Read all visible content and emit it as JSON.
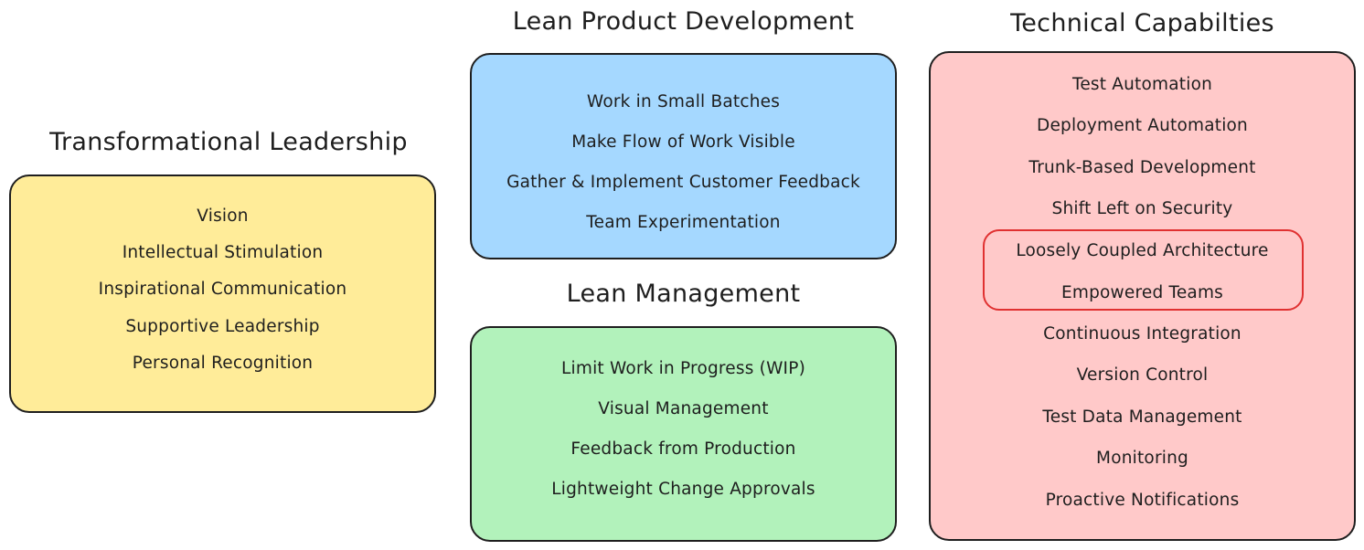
{
  "colors": {
    "yellow": "#ffec99",
    "blue": "#a5d8ff",
    "green": "#b2f2bb",
    "red": "#ffc9c9",
    "highlight": "#e03131"
  },
  "groups": {
    "transformational_leadership": {
      "title": "Transformational Leadership",
      "items": [
        "Vision",
        "Intellectual Stimulation",
        "Inspirational Communication",
        "Supportive Leadership",
        "Personal Recognition"
      ]
    },
    "lean_product_development": {
      "title": "Lean Product Development",
      "items": [
        "Work in Small Batches",
        "Make Flow of Work Visible",
        "Gather & Implement Customer Feedback",
        "Team Experimentation"
      ]
    },
    "lean_management": {
      "title": "Lean Management",
      "items": [
        "Limit Work in Progress (WIP)",
        "Visual Management",
        "Feedback from Production",
        "Lightweight Change Approvals"
      ]
    },
    "technical_capabilities": {
      "title": "Technical Capabilties",
      "items": [
        "Test Automation",
        "Deployment Automation",
        "Trunk-Based Development",
        "Shift Left on Security",
        "Loosely Coupled Architecture",
        "Empowered Teams",
        "Continuous Integration",
        "Version Control",
        "Test Data Management",
        "Monitoring",
        "Proactive Notifications"
      ]
    }
  }
}
